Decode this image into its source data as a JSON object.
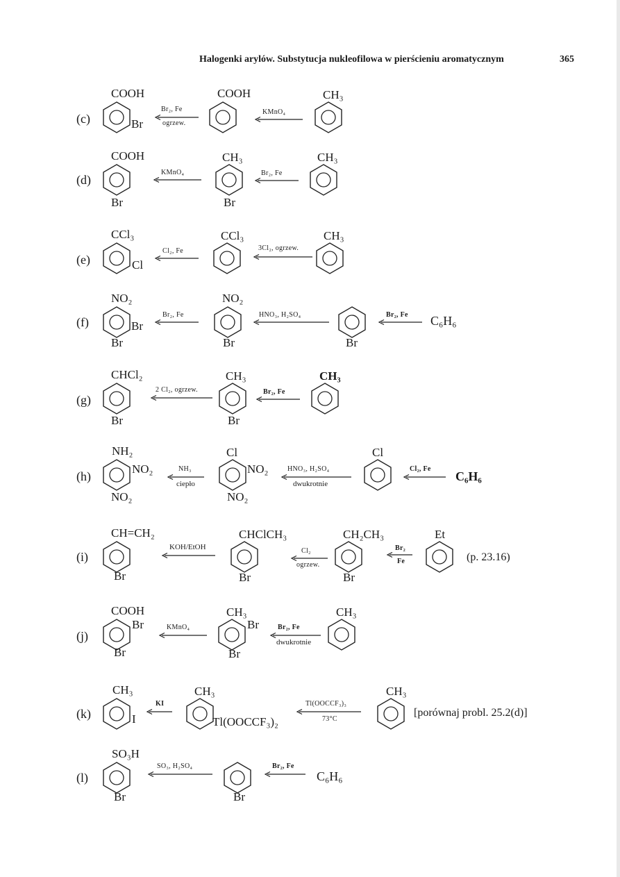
{
  "header": {
    "title": "Halogenki arylów. Substytucja nukleofilowa w pierścieniu aromatycznym",
    "page_number": "365"
  },
  "rows": {
    "c": {
      "label": "(c)",
      "g1": "COOH",
      "g1s": "Br",
      "r1_top": "Br₂, Fe",
      "r1_bot": "ogrzew.",
      "g2": "COOH",
      "r2_top": "KMnO₄",
      "g3": "CH₃"
    },
    "d": {
      "label": "(d)",
      "g1": "COOH",
      "g1b": "Br",
      "r1_top": "KMnO₄",
      "g2": "CH₃",
      "g2b": "Br",
      "r2_top": "Br₂, Fe",
      "g3": "CH₃"
    },
    "e": {
      "label": "(e)",
      "g1": "CCl₃",
      "g1s": "Cl",
      "r1_top": "Cl₂, Fe",
      "g2": "CCl₃",
      "r2_top": "3Cl₂, ogrzew.",
      "g3": "CH₃"
    },
    "f": {
      "label": "(f)",
      "g1": "NO₂",
      "g1s": "Br",
      "g1b": "Br",
      "r1_top": "Br₂, Fe",
      "g2": "NO₂",
      "g2b": "Br",
      "r2_top": "HNO₃, H₂SO₄",
      "g3b": "Br",
      "r3_top": "Br₂, Fe",
      "end": "C₆H₆"
    },
    "g": {
      "label": "(g)",
      "g1": "CHCl₂",
      "g1b": "Br",
      "r1_top": "2 Cl₂, ogrzew.",
      "g2": "CH₃",
      "g2b": "Br",
      "r2_top": "Br₂, Fe",
      "g3": "CH₃"
    },
    "h": {
      "label": "(h)",
      "g1": "NH₂",
      "g1s": "NO₂",
      "g1b": "NO₂",
      "r1_top": "NH₃",
      "r1_bot": "ciepło",
      "g2": "Cl",
      "g2s": "NO₂",
      "g2b": "NO₂",
      "r2_top": "HNO₃, H₂SO₄",
      "r2_bot": "dwukrotnie",
      "g3": "Cl",
      "r3_top": "Cl₂, Fe",
      "end": "C₆H₆"
    },
    "i": {
      "label": "(i)",
      "g1": "CH=CH₂",
      "g1b": "Br",
      "r1_top": "KOH/EtOH",
      "g2": "CHClCH₃",
      "g2b": "Br",
      "r2_top": "Cl₂",
      "r2_bot": "ogrzew.",
      "g3": "CH₂CH₃",
      "g3b": "Br",
      "r3_top": "Br₂",
      "r3_bot": "Fe",
      "g4": "Et",
      "ref": "(p. 23.16)"
    },
    "j": {
      "label": "(j)",
      "g1": "COOH",
      "g1s": "Br",
      "g1b": "Br",
      "r1_top": "KMnO₄",
      "g2": "CH₃",
      "g2s": "Br",
      "g2b": "Br",
      "r2_top": "Br₂, Fe",
      "r2_bot": "dwukrotnie",
      "g3": "CH₃"
    },
    "k": {
      "label": "(k)",
      "g1": "CH₃",
      "g1s": "I",
      "r1_top": "KI",
      "g2": "CH₃",
      "g2s": "Tl(OOCCF₃)₂",
      "r2_top": "Tl(OOCCF₃)₃",
      "r2_bot": "73°C",
      "g3": "CH₃",
      "ref": "[porównaj probl. 25.2(d)]"
    },
    "l": {
      "label": "(l)",
      "g1": "SO₃H",
      "g1b": "Br",
      "r1_top": "SO₃, H₂SO₄",
      "g2b": "Br",
      "r2_top": "Br₂, Fe",
      "end": "C₆H₆"
    }
  }
}
